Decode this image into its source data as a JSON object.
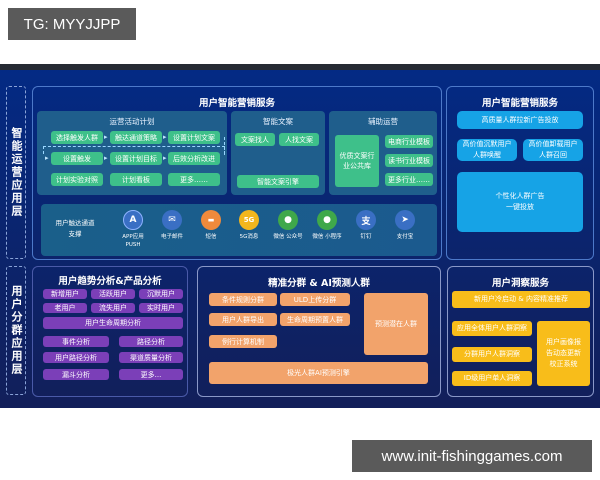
{
  "watermarks": {
    "top": "TG: MYYJJPP",
    "bottom": "www.init-fishinggames.com"
  },
  "layers": {
    "top": {
      "label": "智能运营应用层"
    },
    "bottom": {
      "label": "用户分群应用层"
    }
  },
  "smart_marketing": {
    "title": "用户智能营销服务",
    "ops_plan": {
      "title": "运营活动计划",
      "row1": [
        "选择触发人群",
        "触达通道策略",
        "设置计划文案"
      ],
      "row2": [
        "设置触发",
        "设置计划目标",
        "后效分析改进"
      ],
      "row3": [
        "计划实验对照",
        "计划看板",
        "更多……"
      ]
    },
    "smart_copy": {
      "title": "智能文案",
      "items": [
        "文案找人",
        "人找文案"
      ],
      "engine": "智能文案引擎"
    },
    "aux_ops": {
      "title": "辅助运营",
      "library": "优质文案行业公共库",
      "items": [
        "电商行业模板",
        "读书行业模板",
        "更多行业……"
      ]
    },
    "channels": {
      "label": "用户触达通道支撑",
      "items": [
        {
          "icon": "app-store-icon",
          "glyph": "A",
          "color": "#3a6fc4",
          "label": "APP应用 PUSH"
        },
        {
          "icon": "mail-icon",
          "glyph": "✉",
          "color": "#3a6fc4",
          "label": "电子邮件"
        },
        {
          "icon": "sms-icon",
          "glyph": "▬",
          "color": "#ef8a3c",
          "label": "短信"
        },
        {
          "icon": "5g-icon",
          "glyph": "5G",
          "color": "#f2b61d",
          "label": "5G消息"
        },
        {
          "icon": "wechat-official-icon",
          "glyph": "●",
          "color": "#3fa84a",
          "label": "微信 公众号"
        },
        {
          "icon": "wechat-mini-icon",
          "glyph": "●",
          "color": "#3fa84a",
          "label": "微信 小程序"
        },
        {
          "icon": "dingtalk-icon",
          "glyph": "支",
          "color": "#3a6fc4",
          "label": "钉钉"
        },
        {
          "icon": "alipay-icon",
          "glyph": "➤",
          "color": "#3a6fc4",
          "label": "支付宝"
        }
      ]
    }
  },
  "smart_marketing_right": {
    "title": "用户智能营销服务",
    "top": "高质量人群拉新广告投放",
    "mid": [
      "高价值沉默用户人群唤醒",
      "高价值卸载用户人群召回"
    ],
    "bottom": "个性化人群广告一键投放"
  },
  "trend_analysis": {
    "title": "用户趋势分析&产品分析",
    "grid": [
      "新增用户",
      "活跃用户",
      "沉默用户",
      "老用户",
      "流失用户",
      "实时用户"
    ],
    "lifecycle": "用户生命周期分析",
    "pairs": [
      "事件分析",
      "路径分析",
      "用户路径分析",
      "渠道质量分析",
      "漏斗分析",
      "更多..."
    ]
  },
  "segmentation": {
    "title": "精准分群 & AI预测人群",
    "items": [
      "条件规则分群",
      "ULD上传分群",
      "用户人群导出",
      "生命周期预置人群",
      "例行计算机制"
    ],
    "predict": "预测潜在人群",
    "engine": "极光人群AI预测引擎"
  },
  "insight": {
    "title": "用户洞察服务",
    "top": "新用户冷启动 & 内容精准推荐",
    "items": [
      "应用全体用户人群洞察",
      "分群用户人群洞察",
      "ID级用户单人洞察"
    ],
    "portrait": "用户画像报告动态更新校正系统"
  }
}
